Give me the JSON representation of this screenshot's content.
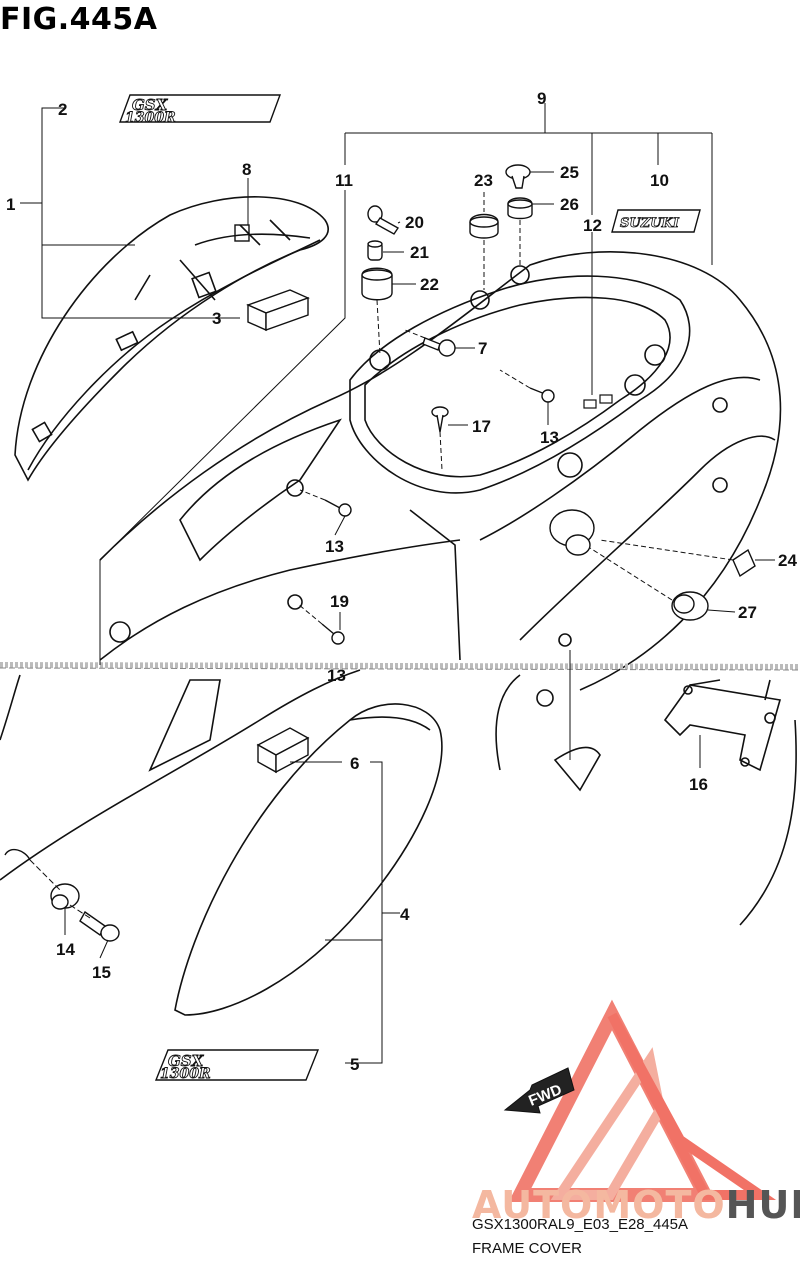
{
  "figure": {
    "title": "FIG.445A",
    "code": "GSX1300RAL9_E03_E28_445A",
    "caption": "FRAME COVER"
  },
  "callouts": {
    "c1": "1",
    "c2": "2",
    "c3": "3",
    "c4": "4",
    "c5": "5",
    "c6": "6",
    "c7": "7",
    "c8": "8",
    "c9": "9",
    "c10": "10",
    "c11": "11",
    "c12": "12",
    "c13a": "13",
    "c13b": "13",
    "c13c": "13",
    "c14": "14",
    "c15": "15",
    "c16": "16",
    "c17": "17",
    "c19": "19",
    "c20": "20",
    "c21": "21",
    "c22": "22",
    "c23": "23",
    "c24": "24",
    "c25": "25",
    "c26": "26",
    "c27": "27"
  },
  "badges": {
    "gsxr_top_line1": "GSX",
    "gsxr_top_line2": "1300R",
    "gsxr_bottom_line1": "GSX",
    "gsxr_bottom_line2": "1300R",
    "suzuki": "SUZUKI",
    "fwd": "FWD"
  },
  "watermark": {
    "brand_part1": "AUTOMOTO",
    "brand_part2": "HUB",
    "color_primary": "#f4b8a0",
    "color_secondary": "#ef4a3c",
    "color_dark": "#555555"
  }
}
